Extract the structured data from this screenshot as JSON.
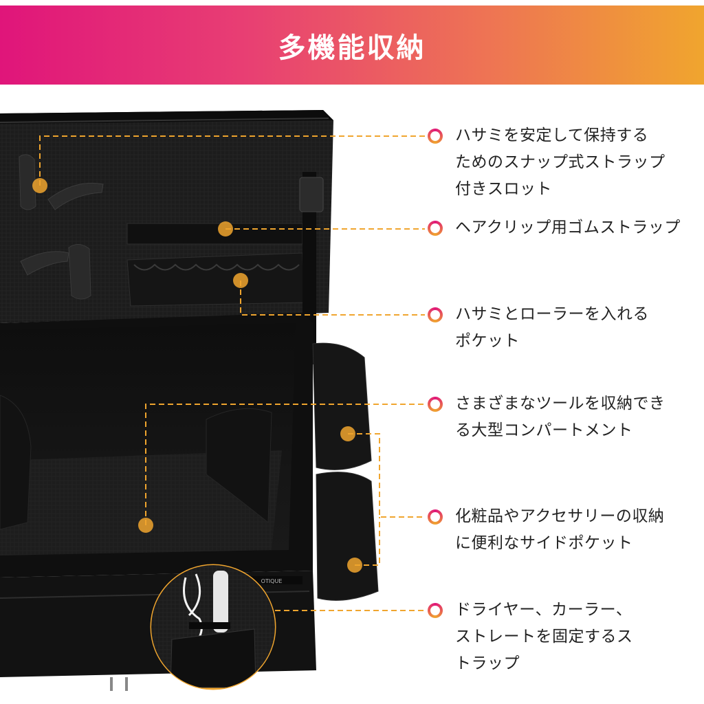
{
  "banner": {
    "title": "多機能収納"
  },
  "colors": {
    "gradient_start": "#e0157a",
    "gradient_end": "#f0a52e",
    "leader_line": "#f0a52e",
    "bag": "#141414"
  },
  "features": [
    {
      "icon": "ring-bullet-icon",
      "text": "ハサミを安定して保持する\nためのスナップ式ストラップ\n付きスロット"
    },
    {
      "icon": "ring-bullet-icon",
      "text": "ヘアクリップ用ゴムストラップ"
    },
    {
      "icon": "ring-bullet-icon",
      "text": "ハサミとローラーを入れる\nポケット"
    },
    {
      "icon": "ring-bullet-icon",
      "text": "さまざまなツールを収納でき\nる大型コンパートメント"
    },
    {
      "icon": "ring-bullet-icon",
      "text": "化粧品やアクセサリーの収納\nに便利なサイドポケット"
    },
    {
      "icon": "ring-bullet-icon",
      "text": "ドライヤー、カーラー、\nストレートを固定するス\nトラップ"
    }
  ],
  "product": {
    "brand_fragment": "OTIQUE"
  }
}
